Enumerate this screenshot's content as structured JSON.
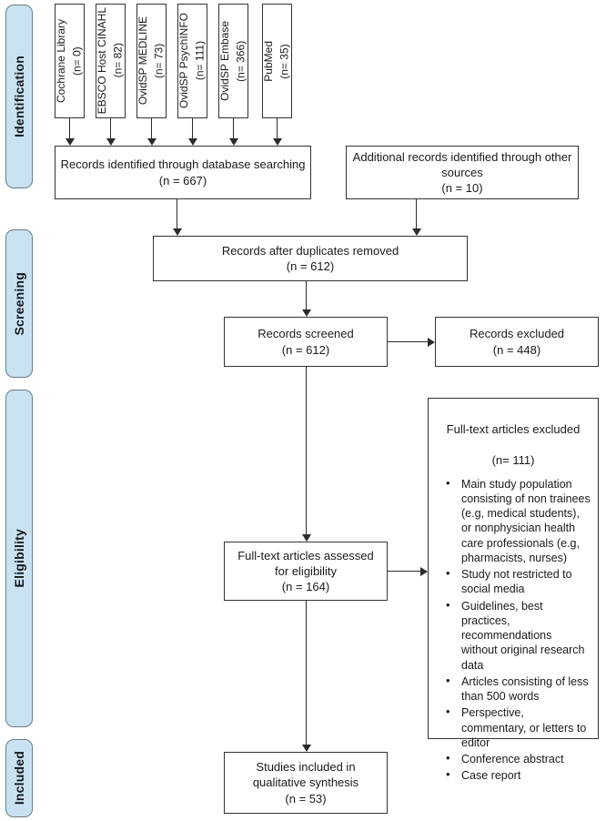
{
  "diagram": {
    "title": "PRISMA Flow Diagram",
    "type": "flowchart",
    "colors": {
      "stage_fill": "#c8e2f2",
      "stage_border": "#6a7b86",
      "box_border": "#333333",
      "connector": "#2b2b2b",
      "background": "#ffffff",
      "text": "#1a1a1a"
    }
  },
  "stages": [
    {
      "label": "Identification"
    },
    {
      "label": "Screening"
    },
    {
      "label": "Eligibility"
    },
    {
      "label": "Included"
    }
  ],
  "sources": [
    {
      "name": "Cochrane Library",
      "count_label": "(n= 0)",
      "n": 0
    },
    {
      "name": "EBSCO Host CINAHL",
      "count_label": "(n= 82)",
      "n": 82
    },
    {
      "name": "OvidSP MEDLINE",
      "count_label": "(n= 73)",
      "n": 73
    },
    {
      "name": "OvidSP PsychINFO",
      "count_label": "(n= 111)",
      "n": 111
    },
    {
      "name": "OvidSP Embase",
      "count_label": "(n= 366)",
      "n": 366
    },
    {
      "name": "PubMed",
      "count_label": "(n= 35)",
      "n": 35
    }
  ],
  "nodes": {
    "database_search": {
      "text": "Records identified through database searching",
      "count_label": "(n = 667)",
      "n": 667
    },
    "other_sources": {
      "text": "Additional records identified through other sources",
      "count_label": "(n = 10)",
      "n": 10
    },
    "duplicates_removed": {
      "text": "Records after duplicates removed",
      "count_label": "(n = 612)",
      "n": 612
    },
    "records_screened": {
      "text": "Records screened",
      "count_label": "(n = 612)",
      "n": 612
    },
    "records_excluded": {
      "text": "Records excluded",
      "count_label": "(n = 448)",
      "n": 448
    },
    "fulltext_assessed": {
      "text": "Full-text articles assessed for eligibility",
      "count_label": "(n = 164)",
      "n": 164
    },
    "fulltext_excluded": {
      "title": "Full-text articles excluded",
      "count_label": "(n= 111)",
      "n": 111,
      "reasons": [
        "Main study population consisting of non trainees (e.g, medical students), or nonphysician health care professionals (e.g, pharmacists, nurses)",
        "Study not restricted to social media",
        "Guidelines, best practices, recommendations without original research data",
        "Articles consisting of less than 500 words",
        "Perspective, commentary, or letters to editor",
        "Conference abstract",
        "Case report"
      ]
    },
    "studies_included": {
      "text": "Studies included in qualitative synthesis",
      "count_label": "(n = 53)",
      "n": 53
    }
  }
}
